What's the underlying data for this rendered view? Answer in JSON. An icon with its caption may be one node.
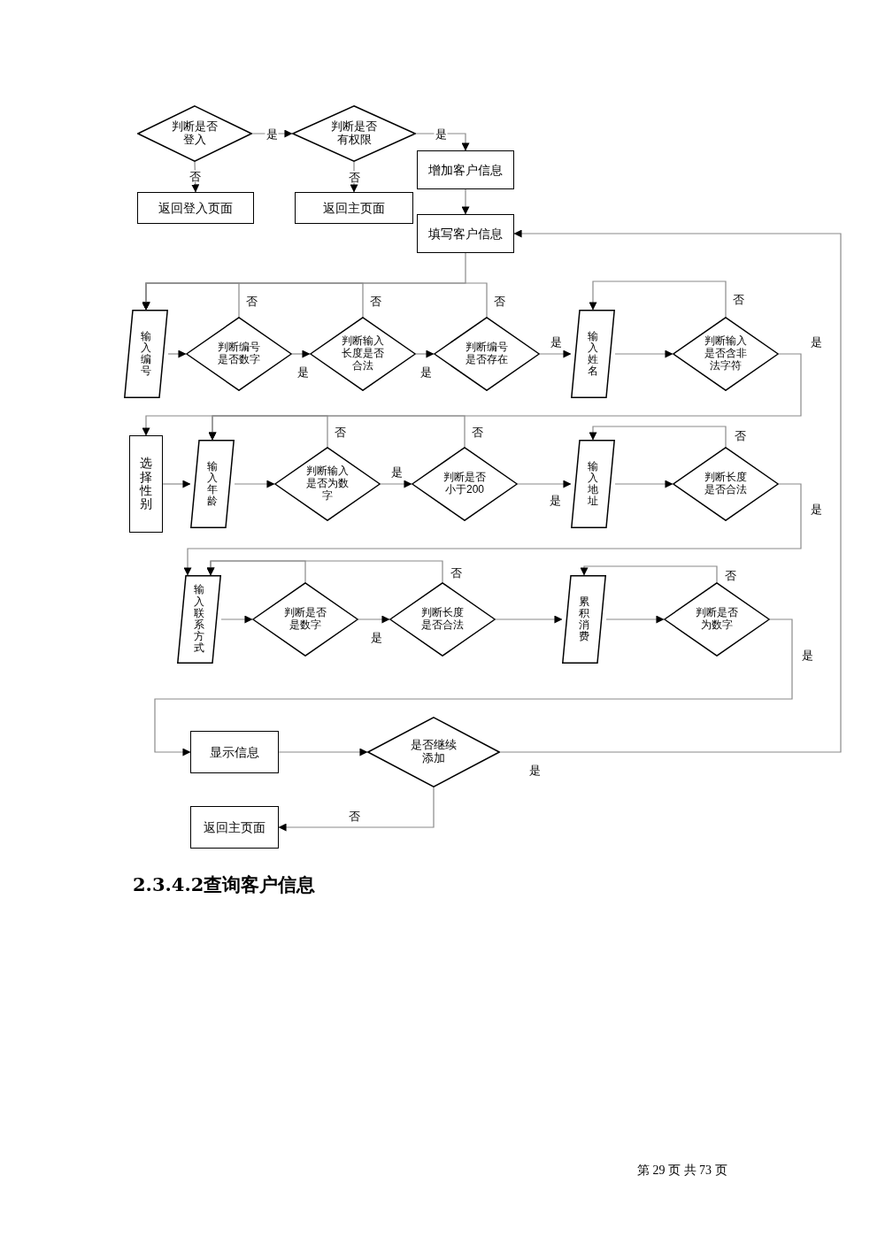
{
  "diagram": {
    "nodes": [
      {
        "text": [
          "判断是否登入"
        ]
      },
      {
        "text": [
          "判断是否有权限"
        ]
      },
      {
        "text": [
          "返回登入页面"
        ]
      },
      {
        "text": [
          "返回主页面"
        ]
      },
      {
        "text": [
          "增加客户信息"
        ]
      },
      {
        "text": [
          "填写客户信息"
        ]
      },
      {
        "text": [
          "输入编号"
        ]
      },
      {
        "text": [
          "判断编号是否数字"
        ]
      },
      {
        "text": [
          "判断输入长度是否合法"
        ]
      },
      {
        "text": [
          "判断编号是否存在"
        ]
      },
      {
        "text": [
          "输入姓名"
        ]
      },
      {
        "text": [
          "判断输入是否含非法字符"
        ]
      },
      {
        "text": [
          "选择性别"
        ]
      },
      {
        "text": [
          "输入年龄"
        ]
      },
      {
        "text": [
          "判断输入是否为数字"
        ]
      },
      {
        "text": [
          "判断是否小于200"
        ]
      },
      {
        "text": [
          "输入地址"
        ]
      },
      {
        "text": [
          "判断长度是否合法"
        ]
      },
      {
        "text": [
          "输入联系方式"
        ]
      },
      {
        "text": [
          "判断是否是数字"
        ]
      },
      {
        "text": [
          "判断长度是否合法"
        ]
      },
      {
        "text": [
          "累积消费"
        ]
      },
      {
        "text": [
          "判断是否为数字"
        ]
      },
      {
        "text": [
          "显示信息"
        ]
      },
      {
        "text": [
          "是否继续添加"
        ]
      },
      {
        "text": [
          "返回主页面"
        ]
      }
    ],
    "edges": [
      {
        "from": 0,
        "to": 1,
        "arrow": "to",
        "label": "是"
      },
      {
        "from": 0,
        "to": 2,
        "arrow": "to",
        "label": "否"
      },
      {
        "from": 1,
        "to": 4,
        "arrow": "to",
        "label": "是"
      },
      {
        "from": 1,
        "to": 3,
        "arrow": "to",
        "label": "否"
      },
      {
        "from": 4,
        "to": 5,
        "arrow": "to"
      },
      {
        "from": 5,
        "to": 6,
        "arrow": "to"
      },
      {
        "from": 6,
        "to": 7,
        "arrow": "to"
      },
      {
        "from": 7,
        "to": 8,
        "arrow": "to",
        "label": "是"
      },
      {
        "from": 8,
        "to": 9,
        "arrow": "to",
        "label": "是"
      },
      {
        "from": 9,
        "to": 10,
        "arrow": "to",
        "label": "是"
      },
      {
        "from": 10,
        "to": 11,
        "arrow": "to"
      },
      {
        "from": 7,
        "to": 6,
        "arrow": "to",
        "label": "否"
      },
      {
        "from": 8,
        "to": 6,
        "arrow": "to",
        "label": "否"
      },
      {
        "from": 9,
        "to": 6,
        "arrow": "to",
        "label": "否"
      },
      {
        "from": 11,
        "to": 10,
        "arrow": "to",
        "label": "否"
      },
      {
        "from": 11,
        "to": 12,
        "arrow": "to",
        "label": "是"
      },
      {
        "from": 12,
        "to": 13,
        "arrow": "to"
      },
      {
        "from": 13,
        "to": 14,
        "arrow": "to"
      },
      {
        "from": 14,
        "to": 15,
        "arrow": "to",
        "label": "是"
      },
      {
        "from": 14,
        "to": 13,
        "arrow": "to",
        "label": "否"
      },
      {
        "from": 15,
        "to": 13,
        "arrow": "to",
        "label": "否"
      },
      {
        "from": 15,
        "to": 16,
        "arrow": "to",
        "label": "是"
      },
      {
        "from": 16,
        "to": 17,
        "arrow": "to"
      },
      {
        "from": 17,
        "to": 16,
        "arrow": "to",
        "label": "否"
      },
      {
        "from": 17,
        "to": 18,
        "arrow": "to",
        "label": "是"
      },
      {
        "from": 18,
        "to": 19,
        "arrow": "to"
      },
      {
        "from": 19,
        "to": 20,
        "arrow": "to",
        "label": "是"
      },
      {
        "from": 19,
        "to": 18,
        "arrow": "to"
      },
      {
        "from": 20,
        "to": 18,
        "arrow": "to",
        "label": "否"
      },
      {
        "from": 20,
        "to": 21,
        "arrow": "to"
      },
      {
        "from": 21,
        "to": 22,
        "arrow": "to"
      },
      {
        "from": 22,
        "to": 21,
        "arrow": "to",
        "label": "否"
      },
      {
        "from": 22,
        "to": 23,
        "arrow": "to",
        "label": "是"
      },
      {
        "from": 23,
        "to": 24,
        "arrow": "to"
      },
      {
        "from": 24,
        "to": 5,
        "arrow": "to",
        "label": "是"
      },
      {
        "from": 24,
        "to": 25,
        "arrow": "to",
        "label": "否"
      }
    ],
    "labels": [
      "2.3.4.2查询客户信息",
      "第 29 页 共 73 页"
    ]
  }
}
